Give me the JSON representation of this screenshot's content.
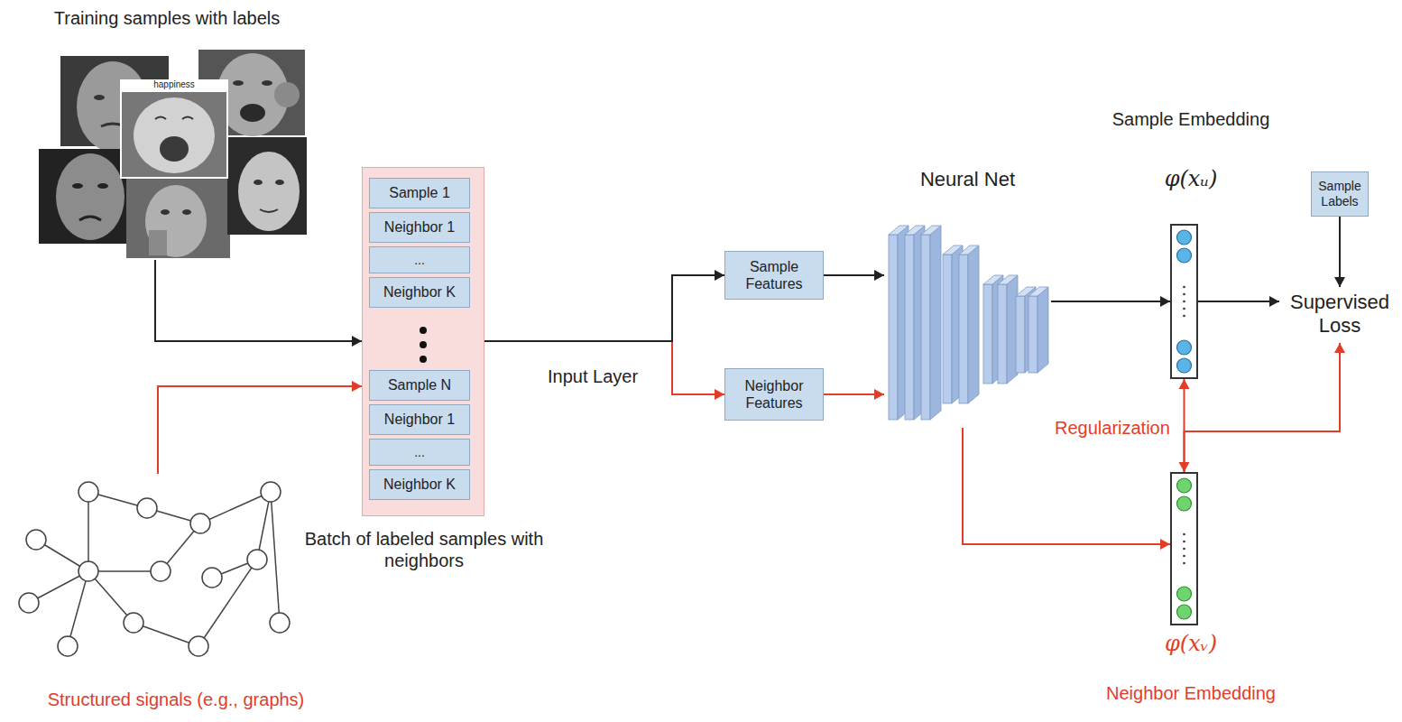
{
  "diagram": {
    "nodes": [
      {
        "text": [
          "Training samples with labels"
        ]
      },
      {
        "text": [
          "Batch of labeled samples with neighbors"
        ]
      },
      {
        "text": [
          "Sample 1"
        ],
        "in": 1
      },
      {
        "text": [
          "Neighbor 1"
        ],
        "in": 1
      },
      {
        "text": [
          "..."
        ],
        "in": 1
      },
      {
        "text": [
          "Neighbor K"
        ],
        "in": 1
      },
      {
        "text": [
          "Sample N"
        ],
        "in": 1
      },
      {
        "text": [
          "Neighbor 1"
        ],
        "in": 1
      },
      {
        "text": [
          "..."
        ],
        "in": 1
      },
      {
        "text": [
          "Neighbor K"
        ],
        "in": 1
      },
      {
        "text": [
          "Structured signals (e.g., graphs)"
        ]
      },
      {
        "text": [
          "Sample Features"
        ]
      },
      {
        "text": [
          "Neighbor Features"
        ]
      },
      {
        "text": [
          "Neural Net"
        ]
      },
      {
        "text": [
          "Sample Embedding",
          "φ(xᵤ)"
        ]
      },
      {
        "text": [
          "Sample Labels"
        ]
      },
      {
        "text": [
          "Supervised Loss"
        ]
      },
      {
        "text": [
          "φ(xᵥ)",
          "Neighbor Embedding"
        ]
      }
    ],
    "edges": [
      {
        "from": 0,
        "to": 1,
        "arrow": "to"
      },
      {
        "from": 10,
        "to": 1,
        "arrow": "to"
      },
      {
        "from": 1,
        "to": 12,
        "arrow": "to"
      },
      {
        "from": 1,
        "to": 11,
        "arrow": "to"
      },
      {
        "from": 11,
        "to": 13,
        "arrow": "to"
      },
      {
        "from": 12,
        "to": 13,
        "arrow": "to"
      },
      {
        "from": 13,
        "to": 14,
        "arrow": "to"
      },
      {
        "from": 13,
        "to": 17,
        "arrow": "to"
      },
      {
        "from": 14,
        "to": 16,
        "arrow": "to"
      },
      {
        "from": 15,
        "to": 16,
        "arrow": "to"
      },
      {
        "from": 14,
        "to": 17,
        "label": "Regularization",
        "arrow": "both"
      },
      {
        "from": 17,
        "to": 16,
        "arrow": "to"
      }
    ],
    "labels": [
      "happiness",
      "Input Layer"
    ]
  }
}
